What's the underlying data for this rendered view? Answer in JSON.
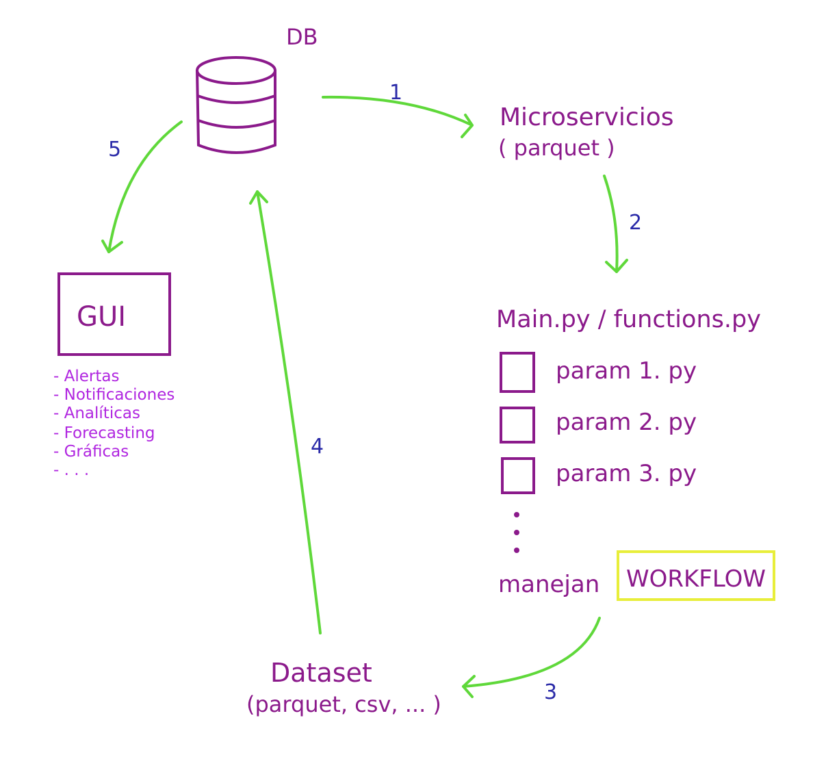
{
  "colors": {
    "ink_purple": "#8b1a8b",
    "ink_violet": "#b026e0",
    "ink_blue": "#2a2aa8",
    "arrow_green": "#5fd83a",
    "highlight_yellow": "#e8ee3a"
  },
  "db": {
    "label": "DB"
  },
  "microservicios": {
    "title": "Microservicios",
    "subtitle": "( parquet )"
  },
  "main": {
    "title": "Main.py / functions.py",
    "params": [
      "param 1. py",
      "param 2. py",
      "param 3. py"
    ],
    "handles_prefix": "manejan",
    "workflow": "WORKFLOW"
  },
  "dataset": {
    "title": "Dataset",
    "subtitle": "(parquet, csv, ... )"
  },
  "gui": {
    "label": "GUI",
    "features": [
      "- Alertas",
      "- Notificaciones",
      "- Analíticas",
      "- Forecasting",
      "- Gráficas",
      "- . . ."
    ]
  },
  "steps": [
    "1",
    "2",
    "3",
    "4",
    "5"
  ]
}
